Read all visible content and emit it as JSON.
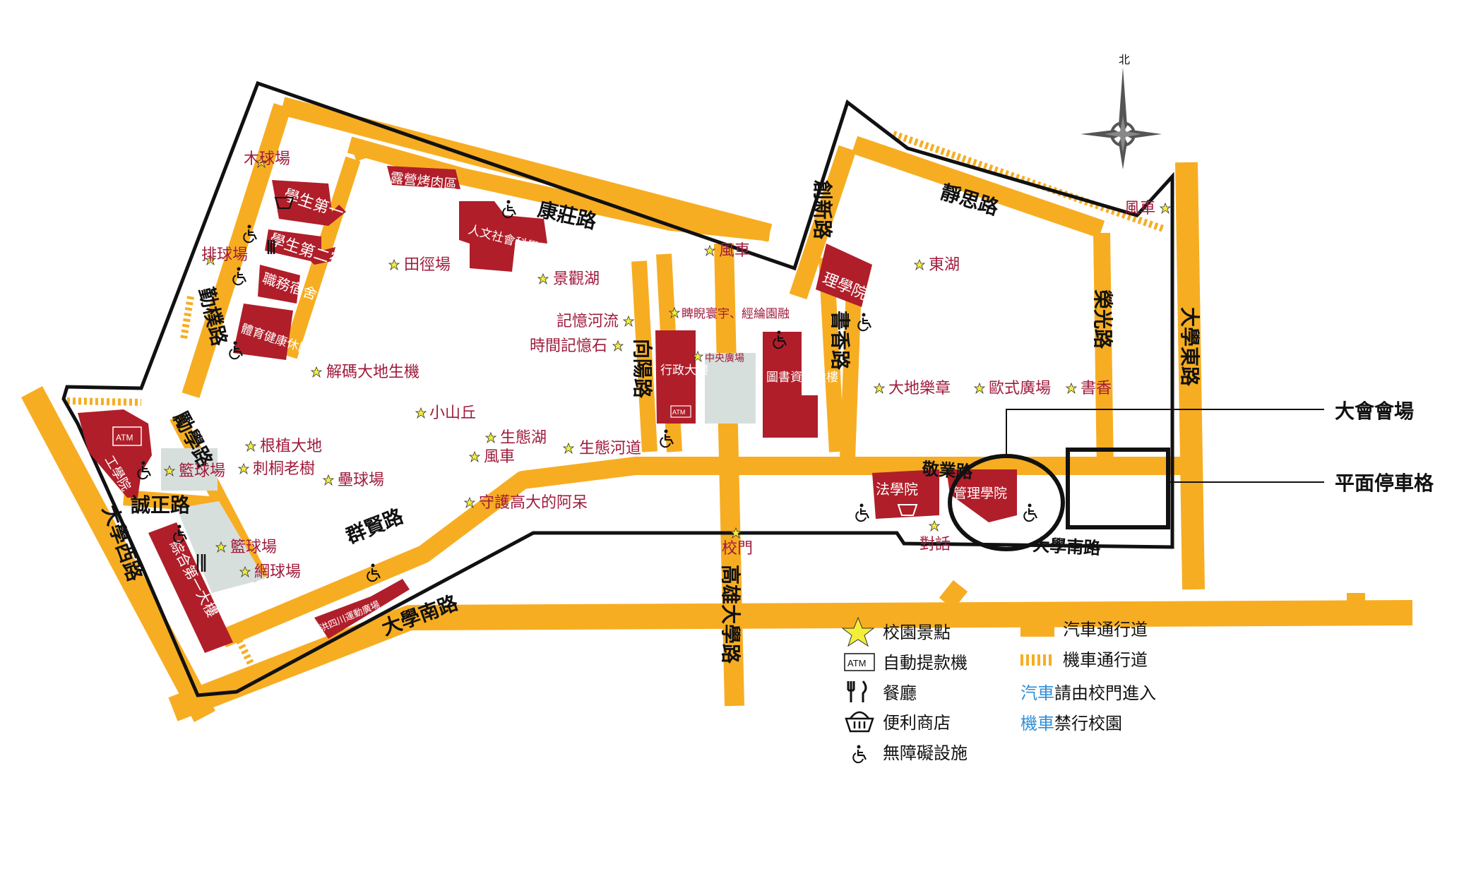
{
  "colors": {
    "road": "#f7ad22",
    "building": "#b01e2a",
    "label": "#a01b3c",
    "boundary": "#111111",
    "star": "#f3ee3a",
    "plaza": "#d7dfdc",
    "blue": "#2f8fd6"
  },
  "compass": {
    "north": "北"
  },
  "roads": [
    {
      "id": "kangzhuang",
      "label": "康莊路"
    },
    {
      "id": "qinpu",
      "label": "勤樸路"
    },
    {
      "id": "lixue",
      "label": "勵學路"
    },
    {
      "id": "chengzheng",
      "label": "誠正路"
    },
    {
      "id": "daxue-west",
      "label": "大學西路"
    },
    {
      "id": "qunxian",
      "label": "群賢路"
    },
    {
      "id": "daxue-south-w",
      "label": "大學南路"
    },
    {
      "id": "xiangyang",
      "label": "向陽路"
    },
    {
      "id": "kaohsiung-daxue",
      "label": "高雄大學路"
    },
    {
      "id": "chuangxin",
      "label": "創新路"
    },
    {
      "id": "shuxiang",
      "label": "書香路"
    },
    {
      "id": "jingsi",
      "label": "靜思路"
    },
    {
      "id": "rongguang",
      "label": "榮光路"
    },
    {
      "id": "daxue-east",
      "label": "大學東路"
    },
    {
      "id": "jingye",
      "label": "敬業路"
    },
    {
      "id": "daxue-south-e",
      "label": "大學南路"
    }
  ],
  "buildings": [
    {
      "id": "dorm1",
      "label": "學生第一宿舍"
    },
    {
      "id": "dorm2",
      "label": "學生第二宿舍"
    },
    {
      "id": "staff-dorm",
      "label": "職務宿舍"
    },
    {
      "id": "sports-center",
      "label": "體育健康休閒大樓"
    },
    {
      "id": "bbq",
      "label": "露營烤肉區"
    },
    {
      "id": "humanities",
      "label": "人文社會科學院"
    },
    {
      "id": "admin",
      "label": "行政大樓"
    },
    {
      "id": "library",
      "label": "圖書資訊大樓"
    },
    {
      "id": "science",
      "label": "理學院"
    },
    {
      "id": "engineering",
      "label": "工學院"
    },
    {
      "id": "comprehensive",
      "label": "綜合第一大樓"
    },
    {
      "id": "law",
      "label": "法學院"
    },
    {
      "id": "management",
      "label": "管理學院"
    },
    {
      "id": "stadium",
      "label": "洪四川運動廣場"
    }
  ],
  "spots": [
    {
      "id": "mqc",
      "label": "木球場"
    },
    {
      "id": "pqc",
      "label": "排球場"
    },
    {
      "id": "tjc",
      "label": "田徑場"
    },
    {
      "id": "jgh",
      "label": "景觀湖"
    },
    {
      "id": "fc1",
      "label": "風車"
    },
    {
      "id": "jyhl",
      "label": "記憶河流"
    },
    {
      "id": "sjjys",
      "label": "時間記憶石"
    },
    {
      "id": "pnyy",
      "label": "睥睨寰宇、經綸園融"
    },
    {
      "id": "zygc",
      "label": "中央廣場"
    },
    {
      "id": "jmdd",
      "label": "解碼大地生機"
    },
    {
      "id": "xsq",
      "label": "小山丘"
    },
    {
      "id": "stw",
      "label": "生態湖"
    },
    {
      "id": "sthd",
      "label": "生態河道"
    },
    {
      "id": "fc2",
      "label": "風車"
    },
    {
      "id": "gzdd",
      "label": "根植大地"
    },
    {
      "id": "ctls",
      "label": "刺桐老樹"
    },
    {
      "id": "lqc",
      "label": "壘球場"
    },
    {
      "id": "lqc1",
      "label": "籃球場"
    },
    {
      "id": "lqc2",
      "label": "籃球場"
    },
    {
      "id": "wqc",
      "label": "網球場"
    },
    {
      "id": "shgd",
      "label": "守護高大的阿呆"
    },
    {
      "id": "xm",
      "label": "校門"
    },
    {
      "id": "dh",
      "label": "對話"
    },
    {
      "id": "dh2",
      "label": "東湖"
    },
    {
      "id": "ddyz",
      "label": "大地樂章"
    },
    {
      "id": "oshgc",
      "label": "歐式廣場"
    },
    {
      "id": "sx",
      "label": "書香"
    },
    {
      "id": "fc3",
      "label": "風車"
    }
  ],
  "callouts": {
    "venue": "大會會場",
    "parking": "平面停車格"
  },
  "legend": {
    "attractions": "校園景點",
    "atm_icon": "ATM",
    "atm": "自動提款機",
    "restaurant": "餐廳",
    "store": "便利商店",
    "accessible": "無障礙設施",
    "car_road": "汽車通行道",
    "moto_road": "機車通行道",
    "car_word": "汽車",
    "car_rest": "請由校門進入",
    "moto_word": "機車",
    "moto_rest": "禁行校園"
  },
  "atm_labels": {
    "engineering": "ATM",
    "admin": "ATM"
  }
}
